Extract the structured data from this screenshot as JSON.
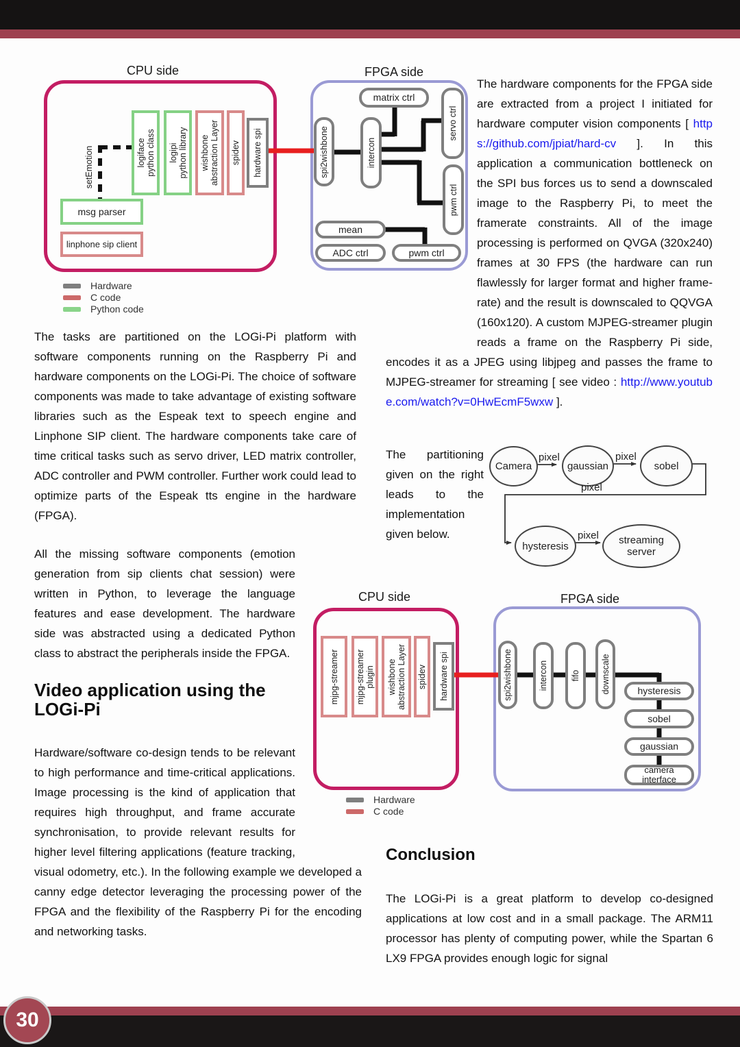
{
  "page": {
    "number": "30"
  },
  "colors": {
    "cpu_border": "#c31d63",
    "fpga_border": "#9a9ad4",
    "python_green": "#85d185",
    "c_salmon": "#d88a8a",
    "hardware_gray": "#7f7f7f",
    "spi_red_line": "#e81f1f",
    "maroon_bar": "#9e4150",
    "link_blue": "#1a1aee"
  },
  "diagram1": {
    "title": "CPU side",
    "set_emotion": "setEmotion",
    "blocks": [
      "logiface\npython class",
      "logipi\npython library",
      "wishbone\nabstraction Layer",
      "spidev",
      "hardware spi",
      "msg parser",
      "linphone sip client"
    ]
  },
  "diagram2": {
    "title": "FPGA side",
    "blocks": [
      "matrix ctrl",
      "servo ctrl",
      "spi2wishbone",
      "intercon",
      "pwm ctrl",
      "mean",
      "ADC ctrl",
      "pwm ctrl"
    ]
  },
  "legend1": {
    "items": [
      "Hardware",
      "C code",
      "Python code"
    ]
  },
  "legend2": {
    "items": [
      "Hardware",
      "C code"
    ]
  },
  "flow": {
    "edge_label": "pixel",
    "nodes": [
      "Camera",
      "gaussian",
      "sobel",
      "hysteresis",
      "streaming\nserver"
    ]
  },
  "diagram3": {
    "title": "CPU side",
    "blocks": [
      "mjpg-streamer",
      "mjpg-streamer\nplugin",
      "wishbone\nabstraction Layer",
      "spidev",
      "hardware spi"
    ]
  },
  "diagram4": {
    "title": "FPGA side",
    "blocks": [
      "spi2wishbone",
      "intercon",
      "fifo",
      "downscale",
      "hysteresis",
      "sobel",
      "gaussian",
      "camera\ninterface"
    ]
  },
  "text": {
    "right_p1_pre": "The hardware components for the FPGA side are extracted from a project I initiated for hardware computer vision components [ ",
    "right_link1": "https://github.com/jpiat/hard-cv",
    "right_p1_mid": " ]. In this application a communication bottleneck on the SPI bus forces us to send a downscaled image to the Raspberry Pi, to meet the framerate constraints.  All of the image processing is performed on QVGA (320x240) frames at 30 FPS (the hardware can run flawlessly for larger format and higher frame-rate) and the result is downscaled to QQVGA (160x120).  A custom MJPEG-streamer plugin reads a frame on the Raspberry Pi side, encodes it as a JPEG using libjpeg and passes the frame to MJPEG-streamer for streaming [ see video : ",
    "right_link2": "http://www.youtube.com/watch?v=0HwEcmF5wxw",
    "right_p1_post": " ].",
    "left_p1": "The tasks are partitioned on the LOGi-Pi platform with software components running on the Raspberry Pi and hardware components on the LOGi-Pi. The choice of software components was made to take advantage of existing software libraries such as the Espeak text to speech engine and Linphone SIP client. The hardware components take care of time critical tasks such as servo driver, LED matrix controller, ADC controller and PWM controller. Further work could lead to optimize parts of the Espeak tts engine in the hardware (FPGA).",
    "left_p2": "All the missing software components (emotion generation from sip clients chat session) were written in Python, to leverage the language features and ease development. The hardware side was abstracted using a dedicated Python class to abstract the peripherals inside the FPGA.",
    "partitioning": "The partitioning given on the right leads to the implementation given below.",
    "video_heading": "Video application using the LOGi-Pi",
    "video_p": "Hardware/software co-design tends to be relevant to high performance and time-critical applications. Image processing is the kind of application that requires high throughput, and frame accurate synchronisation, to provide relevant results for higher level filtering applications (feature tracking, visual odometry, etc.). In the following example we developed a canny edge detector leveraging the processing power of the FPGA and the flexibility of the Raspberry Pi for the encoding and networking tasks.",
    "conclusion_heading": "Conclusion",
    "conclusion_p": "The LOGi-Pi is a great platform to develop co-designed applications at low cost and in a small package. The ARM11 processor has plenty of computing power, while the Spartan 6 LX9 FPGA provides enough logic for signal"
  }
}
